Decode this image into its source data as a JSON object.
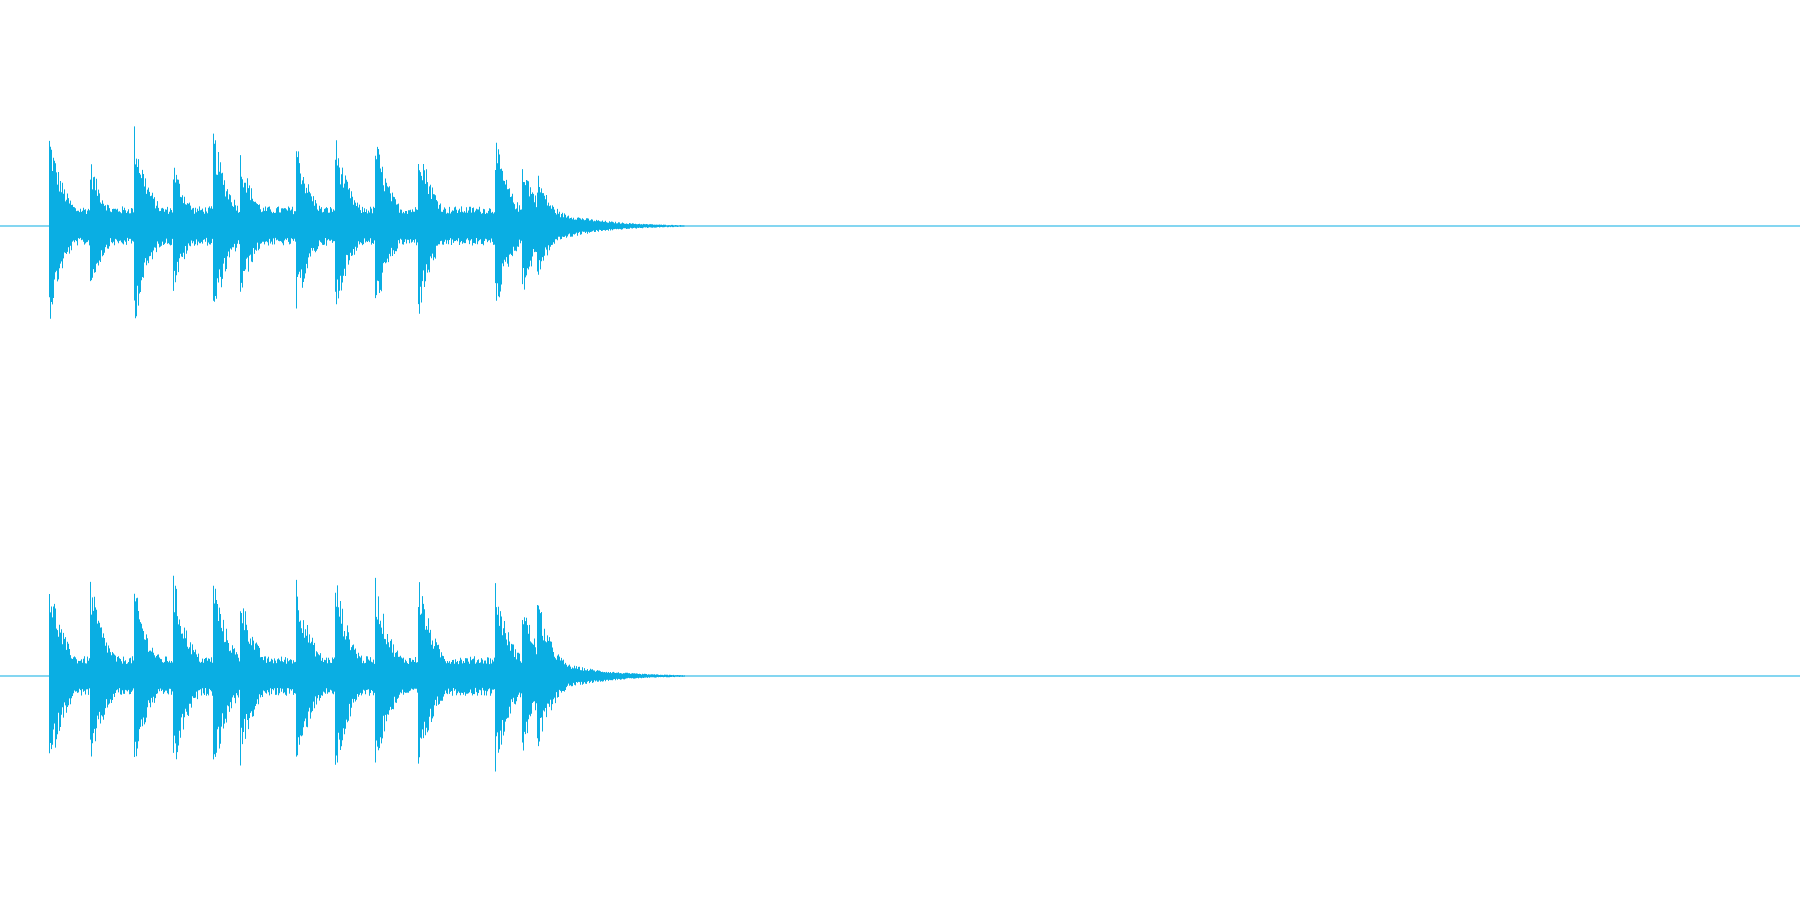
{
  "chart_data": {
    "type": "area",
    "x_range": [
      0,
      1
    ],
    "y_range": [
      -1,
      1
    ],
    "grid": false,
    "legend": "none",
    "colors": {
      "waveform": "#0aaee3",
      "baseline": "#0aaee3",
      "background": "#ffffff"
    },
    "channels": [
      {
        "onsets": [
          0.027,
          0.05,
          0.074,
          0.096,
          0.118,
          0.133,
          0.164,
          0.186,
          0.208,
          0.232,
          0.275,
          0.29,
          0.298
        ],
        "peaks": [
          0.92,
          0.62,
          0.98,
          0.62,
          0.95,
          0.72,
          0.86,
          0.86,
          0.9,
          0.9,
          0.84,
          0.66,
          0.58
        ],
        "decay_end": 0.38
      },
      {
        "onsets": [
          0.027,
          0.05,
          0.074,
          0.096,
          0.118,
          0.133,
          0.164,
          0.186,
          0.208,
          0.232,
          0.275,
          0.29,
          0.298
        ],
        "peaks": [
          0.97,
          0.92,
          0.9,
          0.97,
          1.0,
          0.86,
          0.98,
          0.98,
          0.96,
          1.0,
          0.9,
          0.74,
          0.86
        ],
        "decay_end": 0.38
      }
    ]
  }
}
